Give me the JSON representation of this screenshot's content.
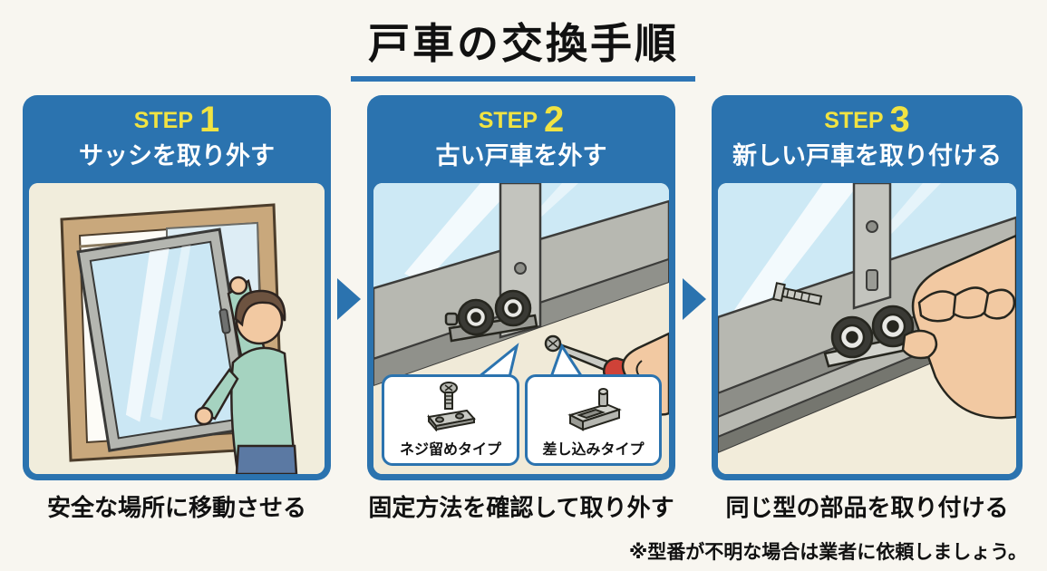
{
  "page": {
    "title": "戸車の交換手順",
    "footnote": "※型番が不明な場合は業者に依頼しましょう。"
  },
  "colors": {
    "accent_blue": "#2b73af",
    "underline_blue": "#2e75b5",
    "step_number_yellow": "#f1e342",
    "panel_background_cream": "#f1eddc",
    "page_background": "#f8f6f0",
    "heading_text": "#ffffff",
    "caption_text": "#111111"
  },
  "icons": {
    "arrow-right-icon": "▶",
    "screw-plate-icon": "screw over mounting plate",
    "insert-block-icon": "slide-in channel block"
  },
  "steps": [
    {
      "step_label": "STEP",
      "step_number": "1",
      "heading": "サッシを取り外す",
      "caption": "安全な場所に移動させる"
    },
    {
      "step_label": "STEP",
      "step_number": "2",
      "heading": "古い戸車を外す",
      "caption": "固定方法を確認して取り外す",
      "callouts": [
        {
          "label": "ネジ留めタイプ"
        },
        {
          "label": "差し込みタイプ"
        }
      ]
    },
    {
      "step_label": "STEP",
      "step_number": "3",
      "heading": "新しい戸車を取り付ける",
      "caption": "同じ型の部品を取り付ける"
    }
  ]
}
